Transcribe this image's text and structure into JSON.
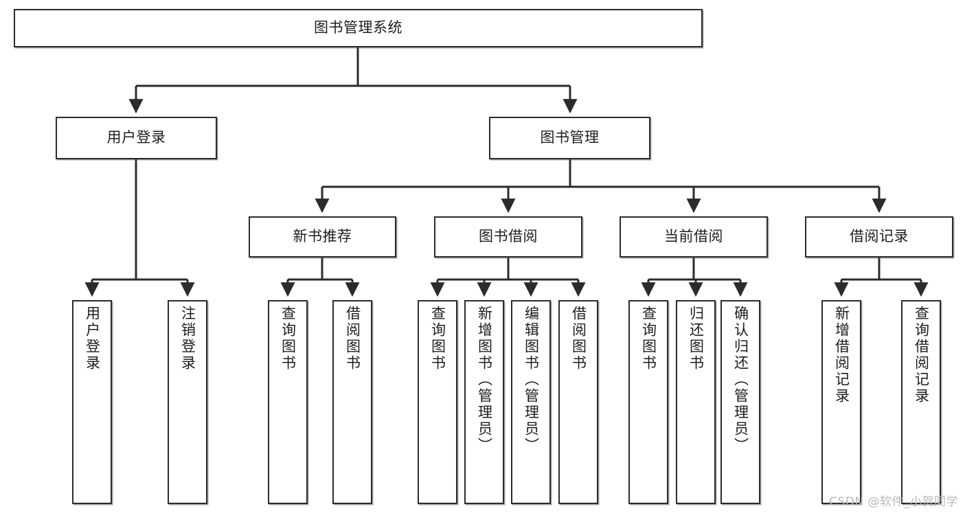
{
  "diagram": {
    "type": "tree-hierarchy-diagram",
    "title": "图书管理系统",
    "orientation": "top-down",
    "colors": {
      "box_border": "#2b2b2b",
      "box_fill": "#ffffff",
      "connector": "#2b2b2b",
      "text": "#1d1d1d",
      "watermark": "#b9b9b9",
      "background": "#ffffff"
    },
    "root": {
      "label": "图书管理系统"
    },
    "level2": [
      {
        "id": "user-login",
        "label": "用户登录"
      },
      {
        "id": "book-manage",
        "label": "图书管理"
      }
    ],
    "level3": [
      {
        "id": "new-book-recommend",
        "label": "新书推荐"
      },
      {
        "id": "book-borrow",
        "label": "图书借阅"
      },
      {
        "id": "current-borrow",
        "label": "当前借阅"
      },
      {
        "id": "borrow-record",
        "label": "借阅记录"
      }
    ],
    "leaves": {
      "user_login": [
        {
          "id": "leaf-user-login",
          "label": "用户登录"
        },
        {
          "id": "leaf-logout",
          "label": "注销登录"
        }
      ],
      "new_book_recommend": [
        {
          "id": "leaf-query-book-1",
          "label": "查询图书"
        },
        {
          "id": "leaf-borrow-book-1",
          "label": "借阅图书"
        }
      ],
      "book_borrow": [
        {
          "id": "leaf-query-book-2",
          "label": "查询图书"
        },
        {
          "id": "leaf-add-book",
          "label": "新增图书（管理员）"
        },
        {
          "id": "leaf-edit-book",
          "label": "编辑图书（管理员）"
        },
        {
          "id": "leaf-borrow-book-2",
          "label": "借阅图书"
        }
      ],
      "current_borrow": [
        {
          "id": "leaf-query-book-3",
          "label": "查询图书"
        },
        {
          "id": "leaf-return-book",
          "label": "归还图书"
        },
        {
          "id": "leaf-confirm-return",
          "label": "确认归还（管理员）"
        }
      ],
      "borrow_record": [
        {
          "id": "leaf-add-record",
          "label": "新增借阅记录"
        },
        {
          "id": "leaf-query-record",
          "label": "查询借阅记录"
        }
      ]
    }
  },
  "watermark": {
    "text": "CSDN @软件_小贺同学"
  }
}
